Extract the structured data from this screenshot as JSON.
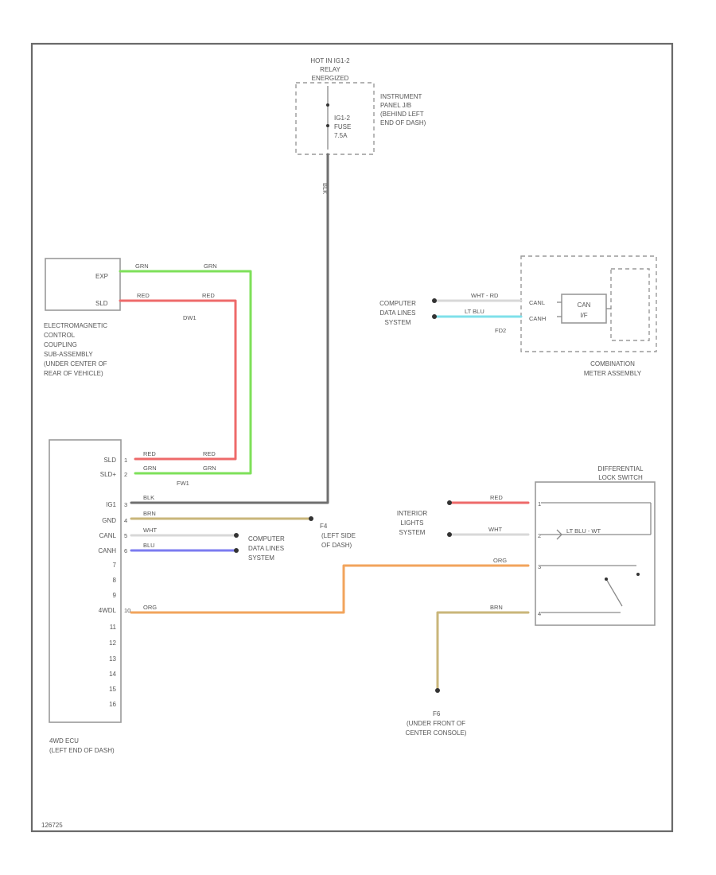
{
  "colors": {
    "grn": "#7ee05a",
    "red": "#ee6a6a",
    "blk": "#6f6f6f",
    "brn": "#c9b67a",
    "wht": "#d8d8d8",
    "blu": "#7b7bf0",
    "org": "#f2a45c",
    "ltblu": "#7fe0ea",
    "frame": "#6a6a6a"
  },
  "relay": {
    "lines": [
      "HOT IN IG1-2",
      "RELAY",
      "ENERGIZED"
    ],
    "fuse_lines": [
      "IG1-2",
      "FUSE",
      "7.5A"
    ]
  },
  "instrument_panel": {
    "lines": [
      "INSTRUMENT",
      "PANEL J/B",
      "(BEHIND LEFT",
      "END OF DASH)"
    ]
  },
  "coupling": {
    "pins": [
      "EXP",
      "SLD"
    ],
    "lines": [
      "ELECTROMAGNETIC",
      "CONTROL",
      "COUPLING",
      "SUB-ASSEMBLY",
      "(UNDER CENTER OF",
      "REAR OF VEHICLE)"
    ]
  },
  "connectors": {
    "dw1": "DW1",
    "fw1": "FW1",
    "fd2": "FD2"
  },
  "ecu": {
    "pins": [
      "SLD",
      "SLD+",
      "IG1",
      "GND",
      "CANL",
      "CANH",
      "7",
      "8",
      "9",
      "4WDL",
      "11",
      "12",
      "13",
      "14",
      "15",
      "16"
    ],
    "cavities": [
      "1",
      "2",
      "3",
      "4",
      "5",
      "6",
      "",
      "",
      "",
      "10",
      "",
      "",
      "",
      "",
      "",
      ""
    ],
    "lines": [
      "4WD ECU",
      "(LEFT END OF DASH)"
    ]
  },
  "wires": {
    "grn": "GRN",
    "red": "RED",
    "blk": "BLK",
    "brn": "BRN",
    "wht": "WHT",
    "blu": "BLU",
    "org": "ORG",
    "ltblu": "LT BLU",
    "wht_rd": "WHT - RD",
    "ltblu_wt": "LT BLU - WT"
  },
  "combination_meter": {
    "pins": [
      "CANL",
      "CANH"
    ],
    "can_label": "CAN\nI/F",
    "lines": [
      "COMBINATION",
      "METER ASSEMBLY"
    ]
  },
  "computer_data_lines_right": [
    "COMPUTER",
    "DATA LINES",
    "SYSTEM"
  ],
  "computer_data_lines_left": [
    "COMPUTER",
    "DATA LINES",
    "SYSTEM"
  ],
  "ground_f4": {
    "id": "F4",
    "lines": [
      "(LEFT SIDE",
      "OF DASH)"
    ]
  },
  "ground_f6": {
    "id": "F6",
    "lines": [
      "(UNDER FRONT OF",
      "CENTER CONSOLE)"
    ]
  },
  "diff_switch": {
    "lines": [
      "DIFFERENTIAL",
      "LOCK SWITCH"
    ],
    "pins": [
      "1",
      "2",
      "3",
      "4"
    ]
  },
  "interior_lights": [
    "INTERIOR",
    "LIGHTS",
    "SYSTEM"
  ],
  "footer_code": "126725"
}
